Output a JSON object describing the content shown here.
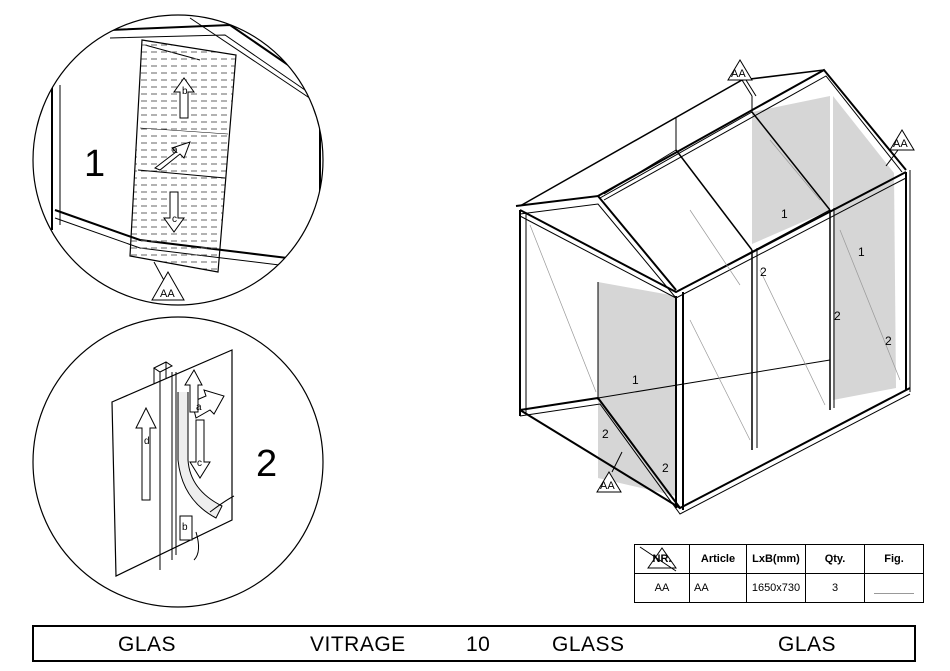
{
  "detail1": {
    "step_number": "1",
    "ref_label": "AA",
    "arrows": [
      "b",
      "a",
      "c"
    ]
  },
  "detail2": {
    "step_number": "2",
    "arrows": [
      "a",
      "b",
      "c",
      "d"
    ]
  },
  "overview": {
    "ref_label": "AA",
    "panel_labels": [
      "1",
      "1",
      "1",
      "2",
      "2",
      "2",
      "2",
      "2"
    ]
  },
  "parts_table": {
    "headers": {
      "nr": "NR.",
      "article": "Article",
      "size": "LxB(mm)",
      "qty": "Qty.",
      "fig": "Fig."
    },
    "rows": [
      {
        "nr": "AA",
        "article": "AA",
        "size": "1650x730",
        "qty": "3",
        "fig": ""
      }
    ]
  },
  "footer": {
    "label_nl": "GLAS",
    "label_fr": "VITRAGE",
    "step": "10",
    "label_en": "GLASS",
    "label_de": "GLAS"
  }
}
